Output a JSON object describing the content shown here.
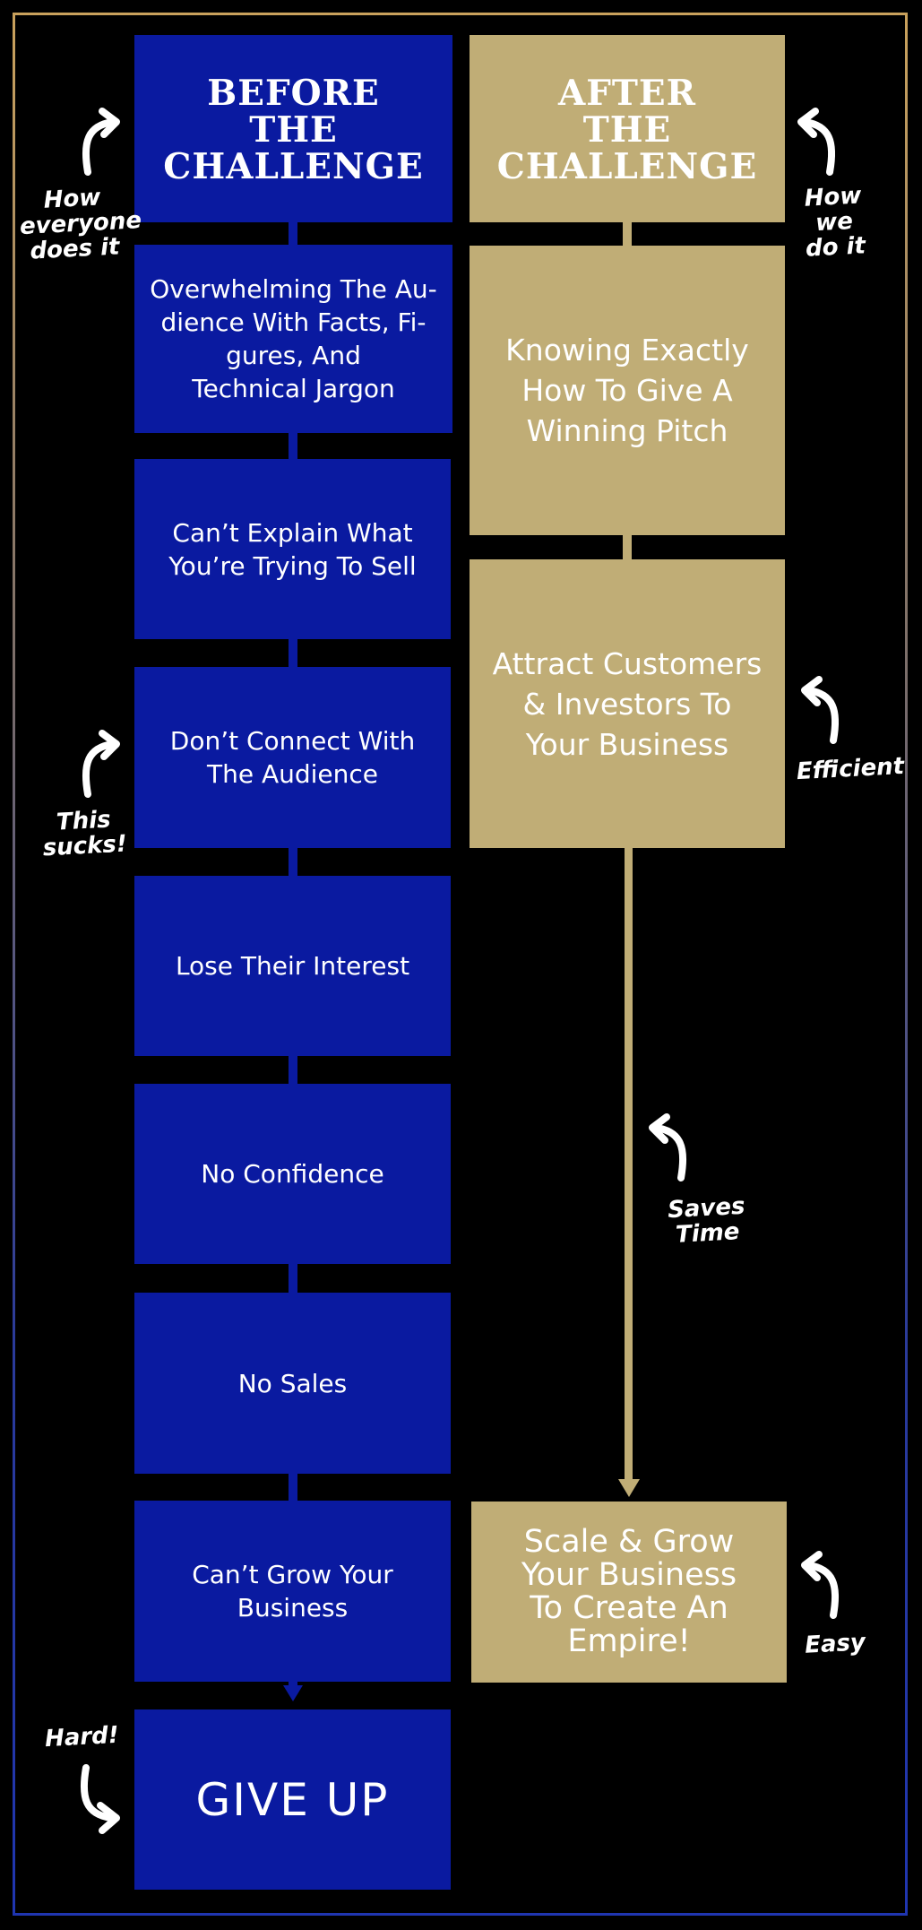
{
  "before": {
    "header": "BEFORE\nTHE\nCHALLENGE",
    "steps": [
      "Overwhelming The Au-\ndience With Facts, Fi-\ngures, And\nTechnical Jargon",
      "Can’t Explain What\nYou’re Trying To Sell",
      "Don’t Connect With\nThe Audience",
      "Lose Their Interest",
      "No Confidence",
      "No Sales",
      "Can’t Grow Your\nBusiness"
    ],
    "final": "GIVE UP"
  },
  "after": {
    "header": "AFTER\nTHE\nCHALLENGE",
    "steps": [
      "Knowing Exactly\nHow To Give A\nWinning Pitch",
      "Attract Customers\n& Investors To\nYour Business"
    ],
    "final": "Scale & Grow\nYour Business\nTo Create An\nEmpire!"
  },
  "notes": {
    "how_everyone": "How\neveryone\ndoes it",
    "how_we": "How we\ndo it",
    "this_sucks": "This\nsucks!",
    "efficient": "Efficient",
    "saves_time": "Saves Time",
    "easy": "Easy",
    "hard": "Hard!"
  },
  "colors": {
    "blue": "#0a1aa0",
    "gold": "#c0ad76",
    "background": "#000000"
  }
}
